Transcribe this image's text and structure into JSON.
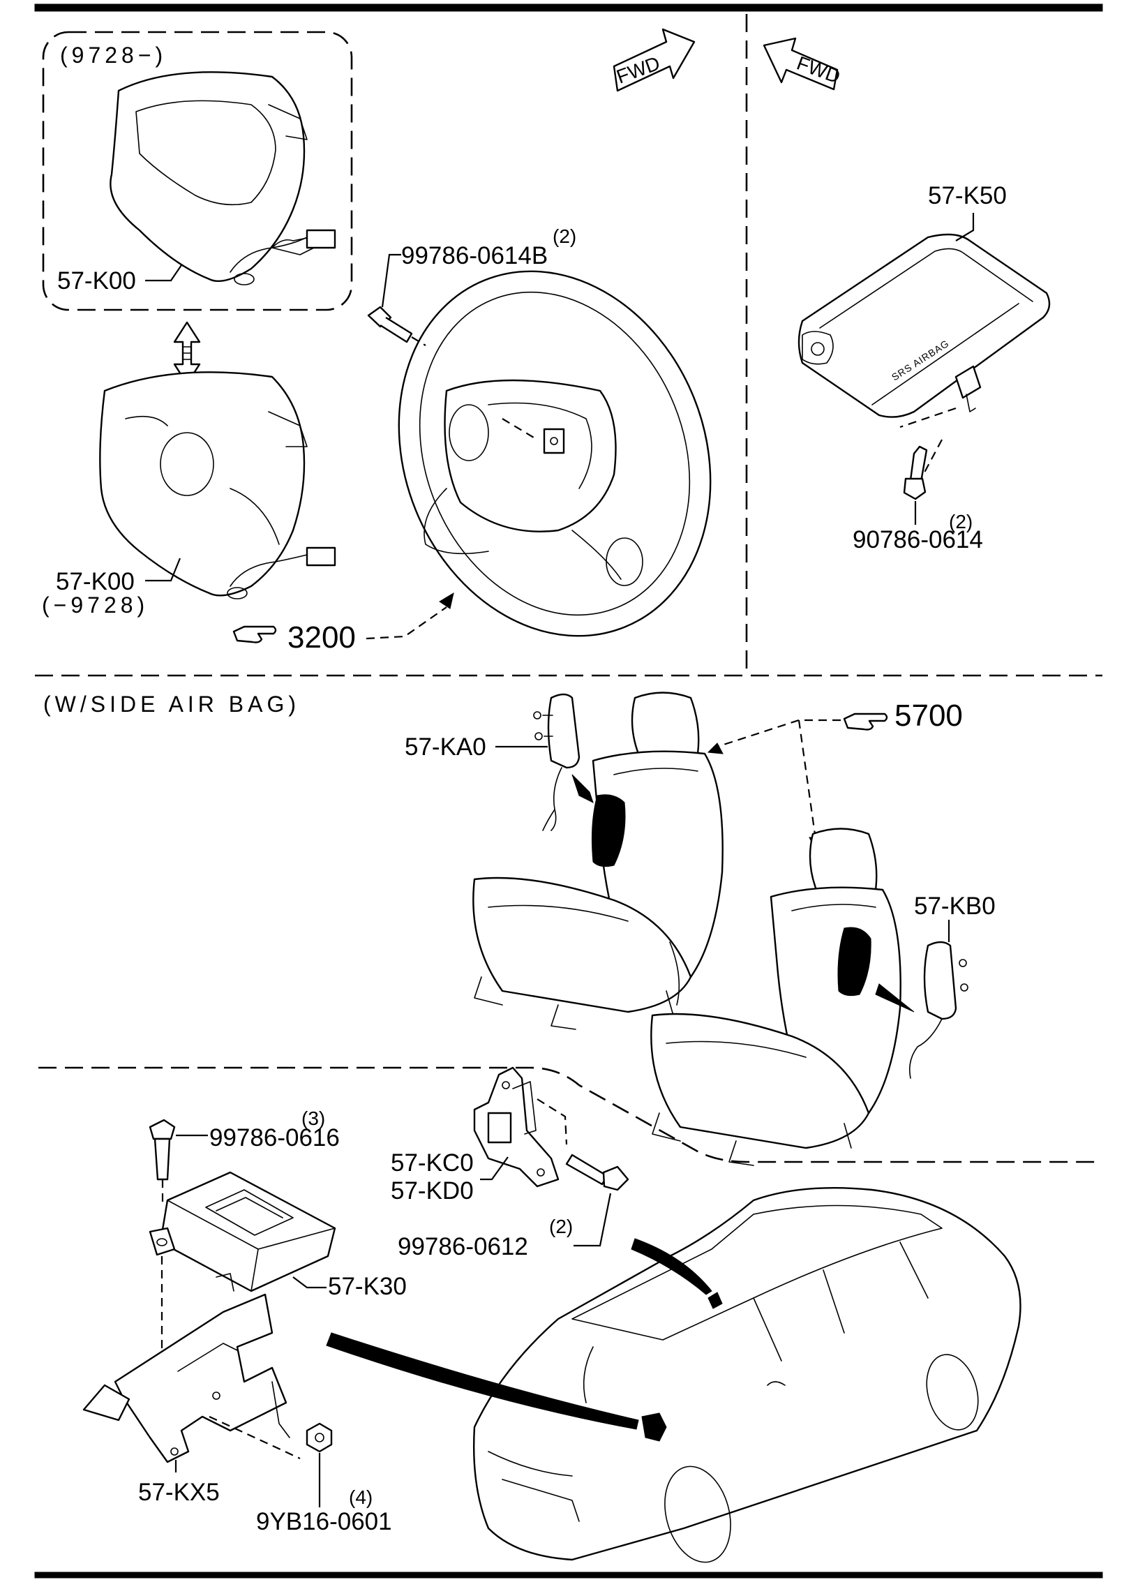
{
  "top_left_note": "(9728−)",
  "bottom_left_note": "(−9728)",
  "section_side_airbag": "(W/SIDE AIR BAG)",
  "fwd_label": "FWD",
  "airbag_text": "SRS AIRBAG",
  "ref_3200": "3200",
  "ref_5700": "5700",
  "parts": {
    "k00_top": "57-K00",
    "k00_bottom": "57-K00",
    "bolt_614b": "99786-0614B",
    "bolt_614b_qty": "(2)",
    "k50": "57-K50",
    "bolt_90786": "90786-0614",
    "bolt_90786_qty": "(2)",
    "ka0": "57-KA0",
    "kb0": "57-KB0",
    "bolt_616": "99786-0616",
    "bolt_616_qty": "(3)",
    "kc0": "57-KC0",
    "kd0": "57-KD0",
    "bolt_612": "99786-0612",
    "bolt_612_qty": "(2)",
    "k30": "57-K30",
    "kx5": "57-KX5",
    "nut_9yb16": "9YB16-0601",
    "nut_9yb16_qty": "(4)"
  }
}
